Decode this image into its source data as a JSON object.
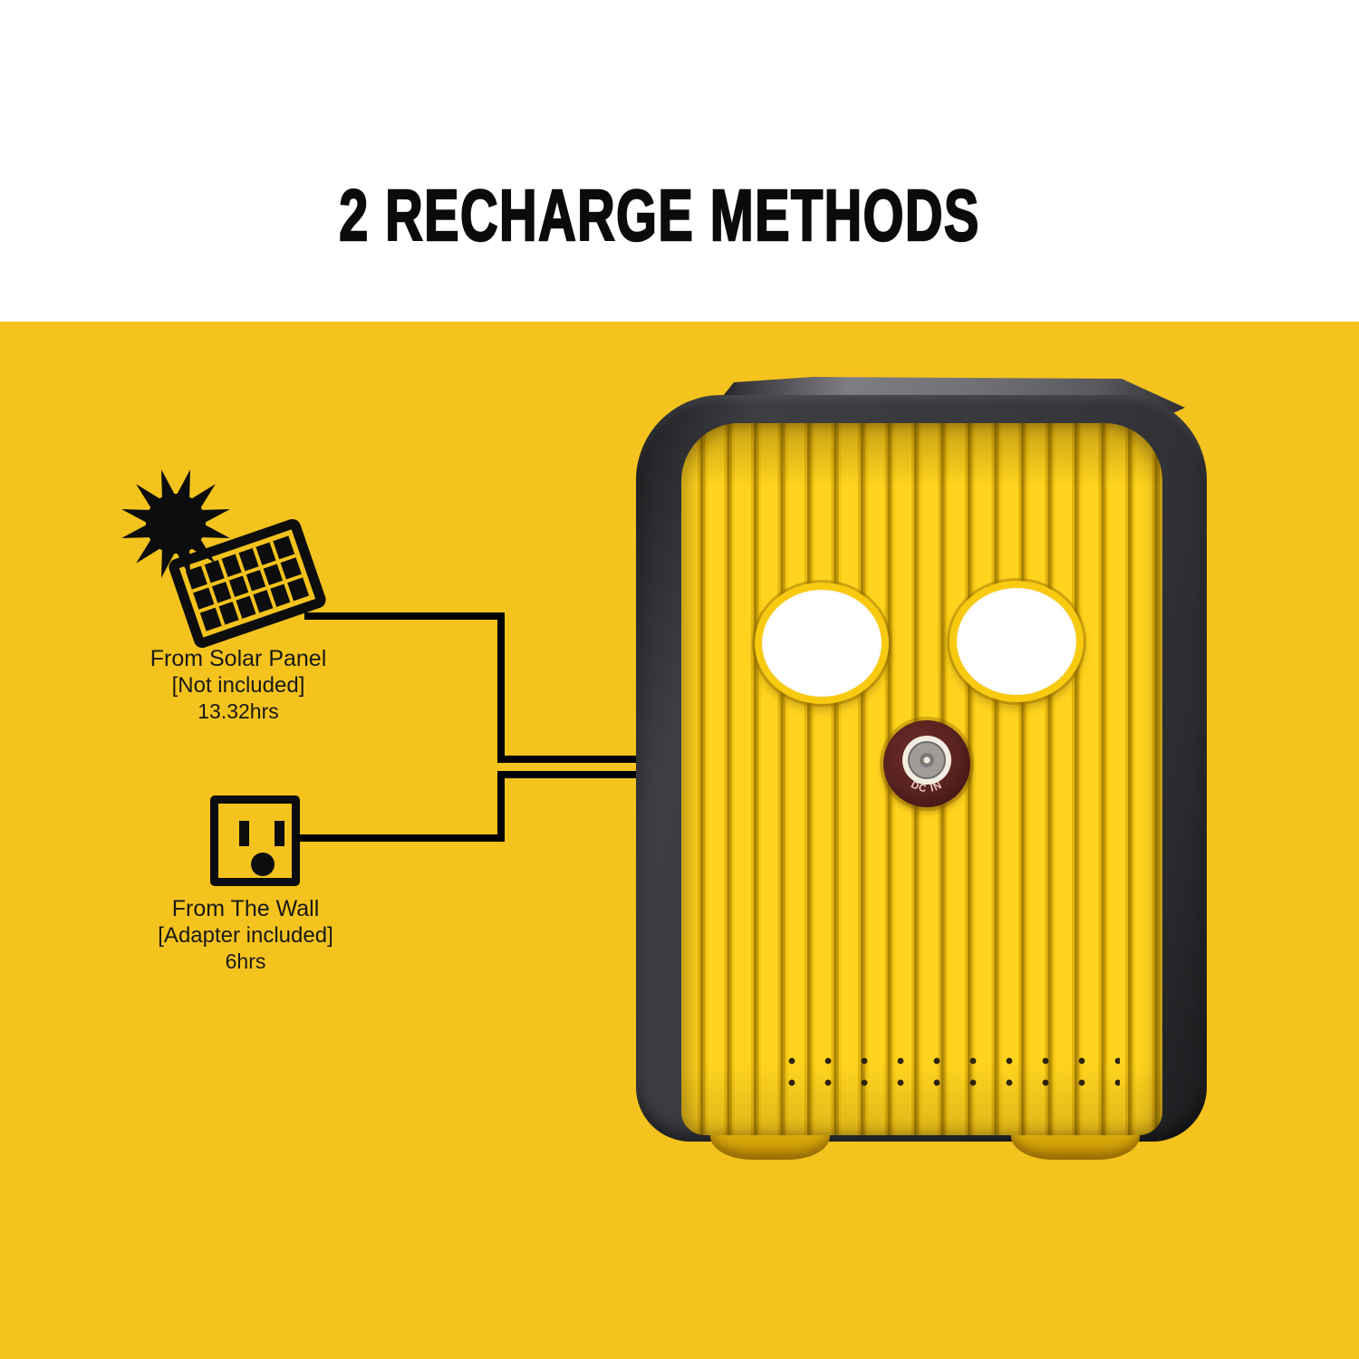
{
  "title": "2 RECHARGE METHODS",
  "methods": [
    {
      "label": "From Solar Panel",
      "availability": "[Not included]",
      "charge_time": "13.32hrs",
      "icon": "sun-solar-panel-icon"
    },
    {
      "label": "From The Wall",
      "availability": "[Adapter included]",
      "charge_time": "6hrs",
      "icon": "wall-outlet-icon"
    }
  ],
  "device": {
    "type": "portable power station",
    "port_label": "DC IN"
  },
  "colors": {
    "background_top": "#ffffff",
    "background_main": "#f4c31d",
    "title_text": "#0b0b0b",
    "body_text": "#181818",
    "connector_line": "#000000",
    "device_frame": "#37383c",
    "device_panel_yellow": "#ffd41f",
    "panel_groove": "#a88404",
    "speaker_fill": "#ffffff",
    "speaker_rim": "#f8ca10",
    "port_ring": "#57211e",
    "port_text": "#eccac1",
    "port_metal": "#a09d98"
  }
}
